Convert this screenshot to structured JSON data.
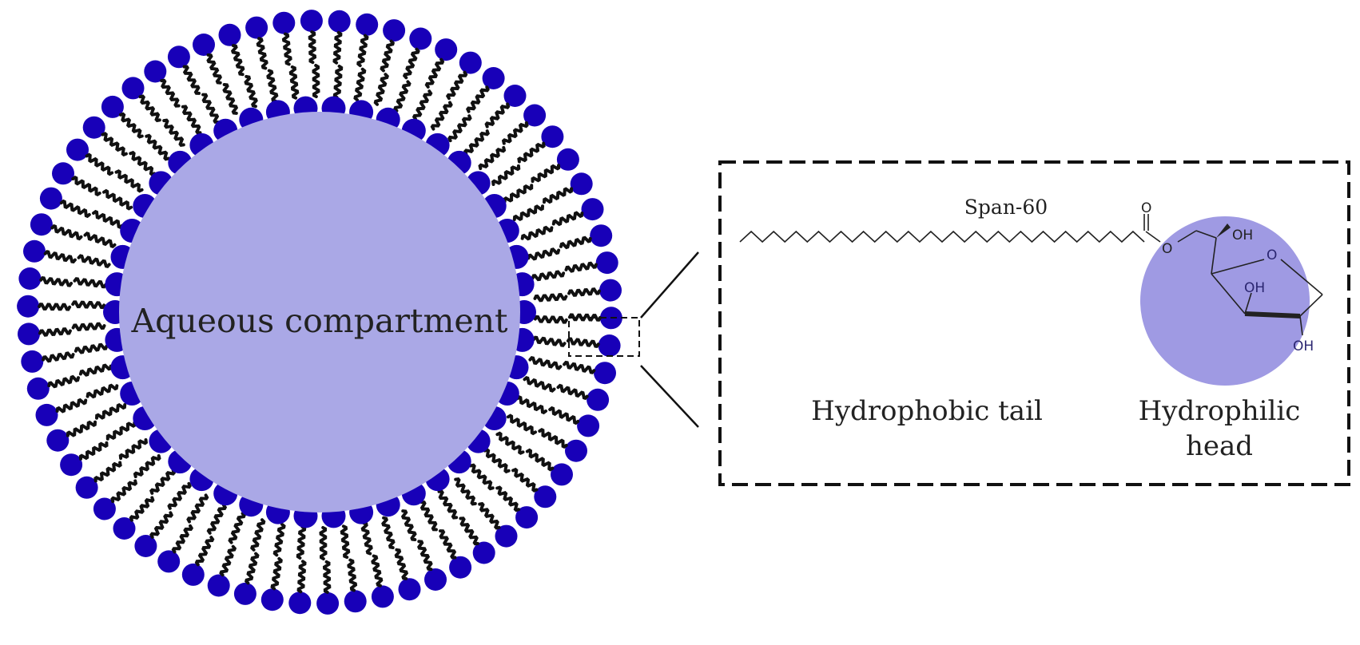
{
  "vesicle": {
    "core_label": "Aqueous compartment",
    "core_color": "#aaa8e6",
    "head_color": "#1800b8",
    "tail_color": "#111111"
  },
  "inset": {
    "molecule_name": "Span-60",
    "tail_label": "Hydrophobic tail",
    "head_label_line1": "Hydrophilic",
    "head_label_line2": "head",
    "head_group_color": "#9f9ae3",
    "atom_labels": {
      "carbonyl_o": "O",
      "ester_o": "O",
      "ring_o": "O",
      "oh_top": "OH",
      "oh_ring": "OH",
      "oh_bottom": "OH"
    }
  }
}
